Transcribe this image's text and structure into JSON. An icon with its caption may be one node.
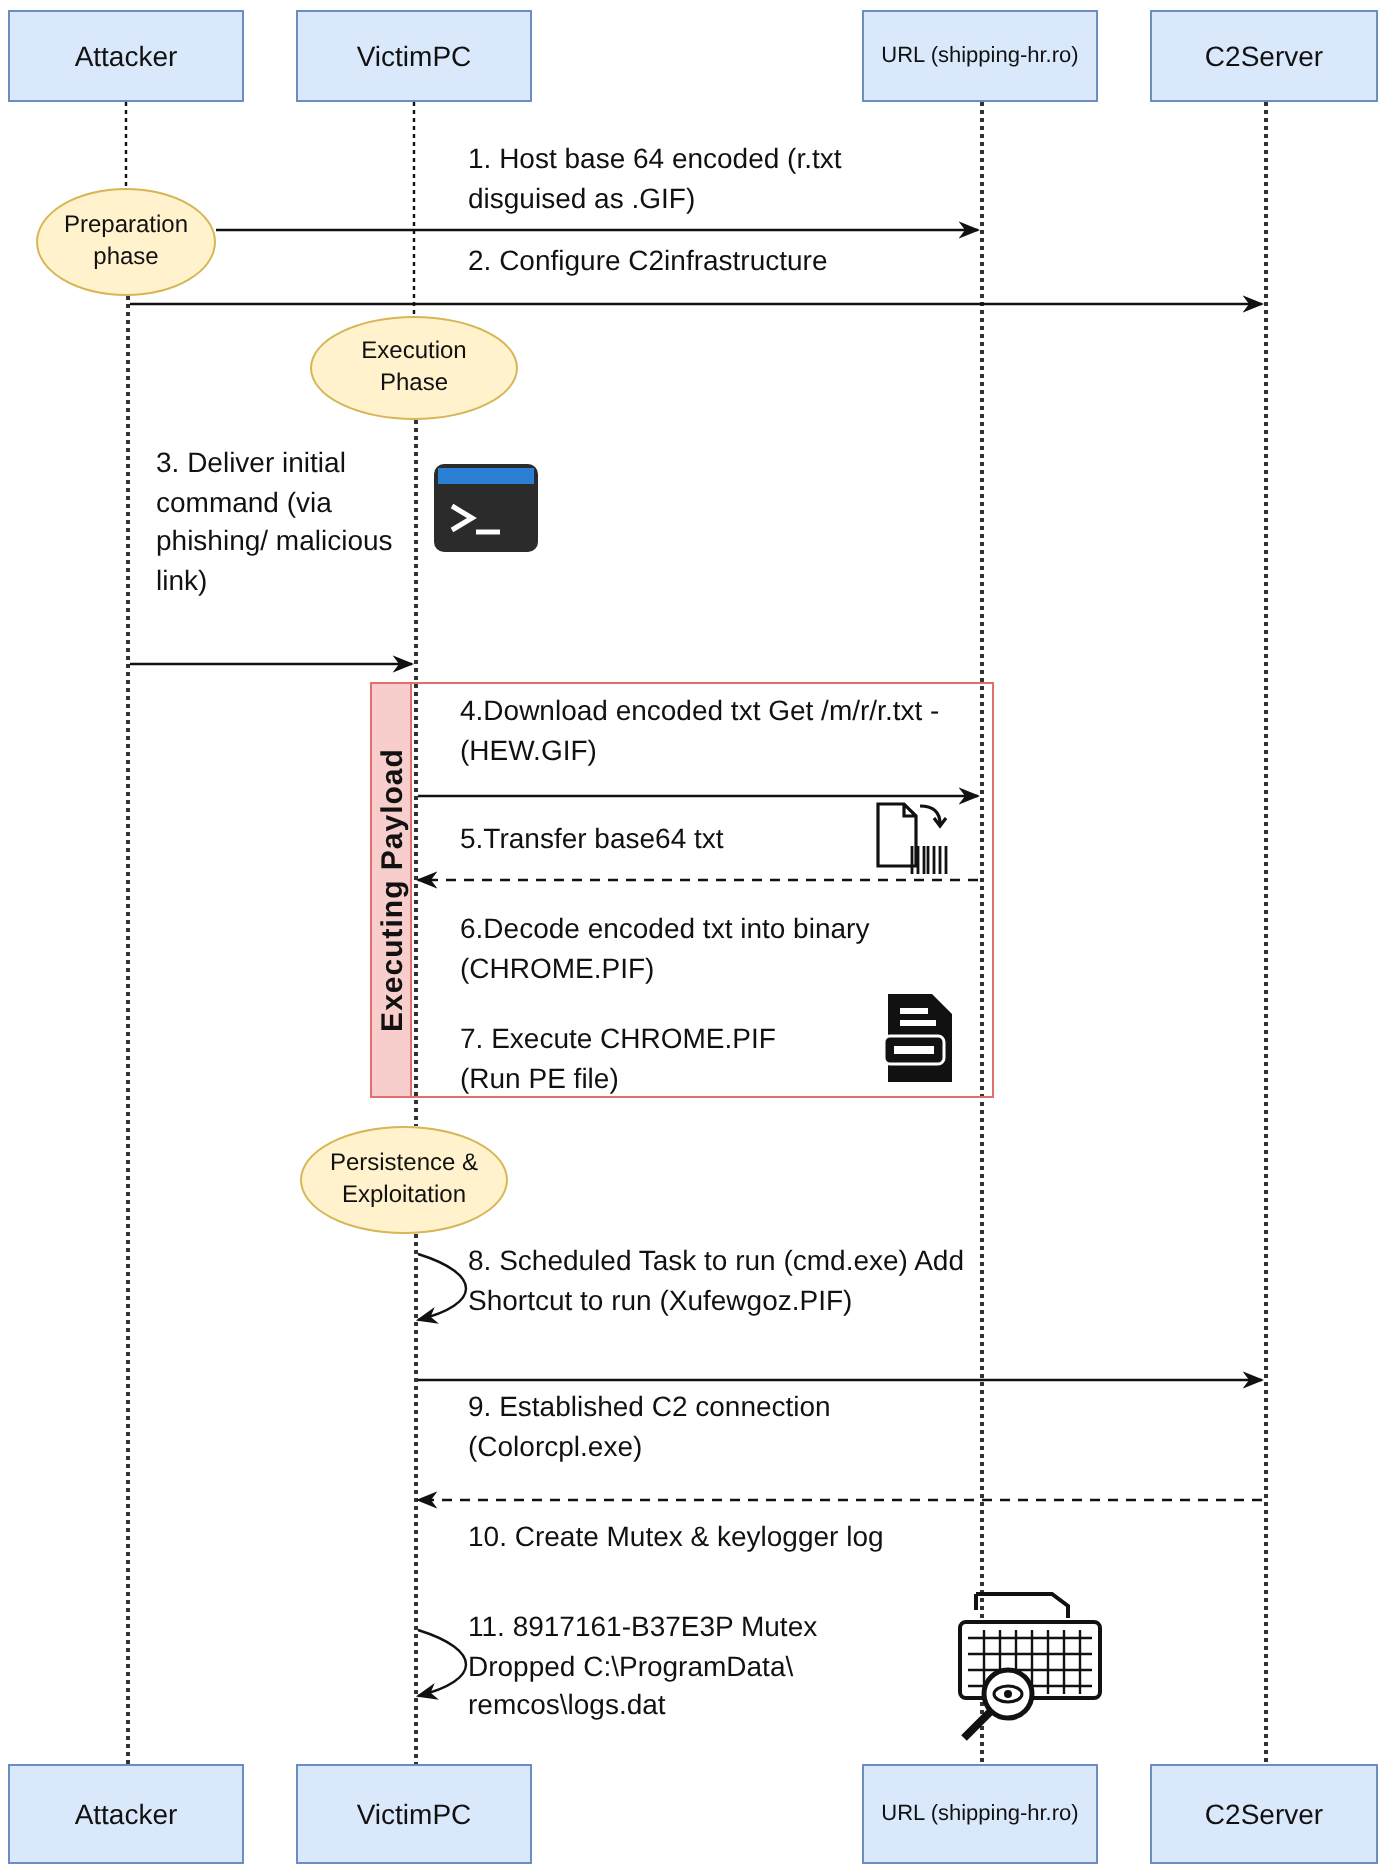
{
  "diagram": {
    "nodes": [
      {
        "text": [
          "Attacker"
        ]
      },
      {
        "text": [
          "VictimPC"
        ]
      },
      {
        "text": [
          "URL (shipping-hr.ro)"
        ]
      },
      {
        "text": [
          "C2Server"
        ]
      },
      {
        "text": [
          "Preparation phase"
        ]
      },
      {
        "text": [
          "Execution Phase"
        ]
      },
      {
        "text": [
          "Executing Payload"
        ]
      },
      {
        "text": [
          "Persistence & Exploitation"
        ]
      },
      {
        "text": [
          "Attacker"
        ]
      },
      {
        "text": [
          "VictimPC"
        ]
      },
      {
        "text": [
          "URL (shipping-hr.ro)"
        ]
      },
      {
        "text": [
          "C2Server"
        ]
      },
      {
        "text": [],
        "shape": "line"
      },
      {
        "text": [],
        "shape": "line"
      },
      {
        "text": [],
        "shape": "line"
      },
      {
        "text": [],
        "shape": "line"
      },
      {
        "text": [],
        "shape": "line"
      }
    ],
    "edges": [
      {
        "from": 4,
        "to": 15,
        "arrow": "to",
        "label": "1. Host base 64 encoded (r.txt disguised as .GIF)"
      },
      {
        "from": 12,
        "to": 16,
        "arrow": "to",
        "label": "2. Configure C2infrastructure"
      },
      {
        "from": 12,
        "to": 13,
        "arrow": "to",
        "label": "3. Deliver initial command (via phishing/ malicious link)"
      },
      {
        "from": 13,
        "to": 15,
        "arrow": "to",
        "label": "4.Download encoded txt Get /m/r/r.txt - (HEW.GIF)"
      },
      {
        "from": 15,
        "to": 13,
        "arrow": "to",
        "label": "5.Transfer base64 txt",
        "style": "dashed"
      },
      {
        "from": 14,
        "to": 14,
        "arrow": "to",
        "label": "8. Scheduled Task to run (cmd.exe) Add Shortcut to run (Xufewgoz.PIF)"
      },
      {
        "from": 14,
        "to": 16,
        "arrow": "to",
        "label": "9. Established C2 connection (Colorcpl.exe)"
      },
      {
        "from": 16,
        "to": 14,
        "arrow": "to",
        "style": "dashed"
      },
      {
        "from": 14,
        "to": 14,
        "arrow": "to",
        "label": "11. 8917161-B37E3P Mutex Dropped C:\\ProgramData\\ remcos\\logs.dat"
      },
      {
        "from": 0,
        "to": 4,
        "arrow": "none",
        "style": "dashed"
      },
      {
        "from": 1,
        "to": 5,
        "arrow": "none",
        "style": "dashed"
      }
    ],
    "labels": [
      "6.Decode encoded txt into binary (CHROME.PIF)",
      "7. Execute CHROME.PIF (Run PE file)",
      "10. Create Mutex & keylogger log"
    ]
  }
}
